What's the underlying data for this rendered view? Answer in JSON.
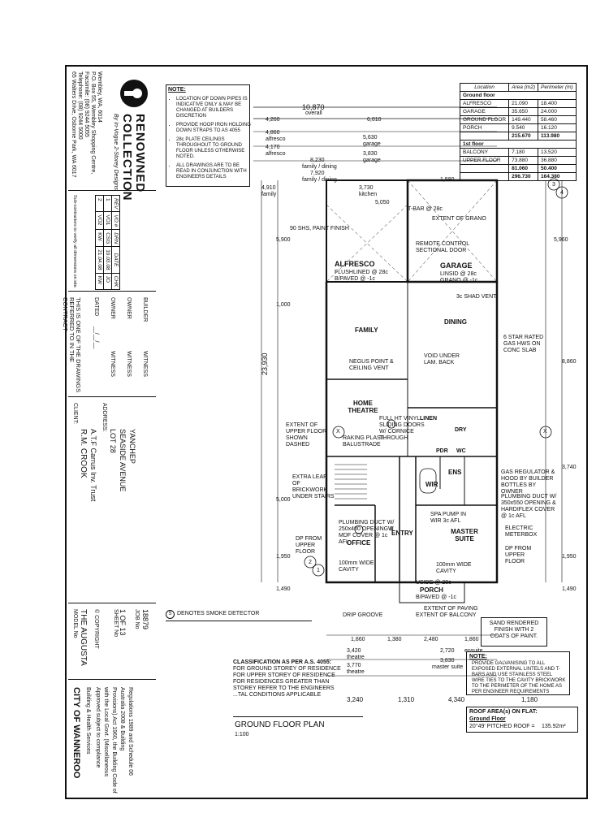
{
  "company": {
    "name_line1": "RENOWNED",
    "name_line2": "COLLECTION",
    "tagline": "By In-Vogue 2-Storey Designs",
    "address1": "65 Walters Drive, Osborne Park, WA 6017",
    "address2": "Telephone: (08) 9244 5000",
    "address3": "Facsimile: (08) 9244 5055",
    "address4": "P.O. Box 55, Wembley Shopping Centre,",
    "address5": "Wembley, WA, 6014",
    "notice": "Sub-contractors to verify all dimensions on site."
  },
  "revisions": {
    "headers": [
      "REV",
      "VO #",
      "DRN",
      "DATE",
      "CHK"
    ],
    "rows": [
      [
        "1",
        "VO1",
        "CSG",
        "19.03.08",
        "JO"
      ],
      [
        "2",
        "VO2",
        "KW",
        "21.04.08",
        "KW"
      ]
    ]
  },
  "contract": {
    "statement": "THIS IS ONE OF THE DRAWINGS REFERRED TO IN THE CONTRACT",
    "dated_label": "DATED",
    "dated_value": "__/__/__",
    "owner_label": "OWNER",
    "witness_label": "WITNESS",
    "builder_label": "BUILDER"
  },
  "client": {
    "client_label": "CLIENT:",
    "client_name": "R.M. CROOK",
    "trust": "A.T.F Carrus Inv. Trust",
    "address_label": "ADDRESS:",
    "lot": "LOT 28",
    "street": "SEASIDE AVENUE",
    "suburb": "YANCHEP"
  },
  "job": {
    "model_label": "MODEL No",
    "model_value": "THE AUGUSTA",
    "copyright": "© COPYRIGHT",
    "sheet_label": "SHEET No",
    "sheet_value": "1 OF 13",
    "job_label": "JOB No",
    "job_value": "18879"
  },
  "stamp": {
    "line1": "CITY OF WANNEROO",
    "line2": "Building & Health Services",
    "line3": "Approved subject to compliance",
    "line4": "with the Local Govt. (Miscellaneous",
    "line5": "Provisions) Act 1960, the Building Code of",
    "line6": "Australia 2008 & Building",
    "line7": "Regulations 1989 and Schedule 06"
  },
  "notes": {
    "heading": "NOTE:",
    "items": [
      "LOCATION OF DOWN PIPES IS INDICATIVE ONLY & MAY BE CHANGED AT BUILDERS DISCRETION",
      "PROVIDE HOOP IRON HOLDING DOWN STRAPS TO AS 4055",
      "28c PLATE CEILINGS THROUGHOUT TO GROUND FLOOR UNLESS OTHERWISE NOTED.",
      "ALL DRAWINGS ARE TO BE READ IN CONJUNCTION WITH ENGINEERS DETAILS"
    ]
  },
  "area_table": {
    "headers": [
      "Location",
      "Area (m2)",
      "Perimeter (m)"
    ],
    "group1": "Ground floor",
    "rows1": [
      [
        "ALFRESCO",
        "21.090",
        "18.400"
      ],
      [
        "GARAGE",
        "35.650",
        "24.000"
      ],
      [
        "GROUND FLOOR",
        "149.440",
        "58.460"
      ],
      [
        "PORCH",
        "9.540",
        "16.120"
      ]
    ],
    "subtotal1": [
      "",
      "215.670",
      "113.980"
    ],
    "group2": "1st floor",
    "rows2": [
      [
        "BALCONY",
        "7.180",
        "13.520"
      ],
      [
        "UPPER FLOOR",
        "73.880",
        "36.880"
      ]
    ],
    "subtotal2": [
      "",
      "81.060",
      "50.400"
    ],
    "total": [
      "",
      "296.730",
      "164.380"
    ]
  },
  "rooms": {
    "alfresco": "ALFRESCO",
    "alfresco_note1": "FLUSHLINED @ 28c",
    "alfresco_note2": "B/PAVED @ -1c",
    "garage": "GARAGE",
    "garage_note1": "LINSID @ 28c",
    "garage_note2": "GRANO @ -1c",
    "garage_door": "REMOTE CONTROL SECTIONAL DOOR",
    "family": "FAMILY",
    "dining": "DINING",
    "home_theatre": "HOME THEATRE",
    "office": "OFFICE",
    "entry": "ENTRY",
    "master_suite": "MASTER SUITE",
    "porch": "PORCH",
    "porch_note1": "USIDE @ 28c",
    "porch_note2": "B/PAVED @ -1c",
    "wir": "WIR",
    "ens": "ENS",
    "dry": "DRY",
    "linen": "LINEN",
    "pdr": "PDR",
    "wc": "WC"
  },
  "annotations": {
    "overall_width": "10,870",
    "overall_label": "overall",
    "overall_depth": "23,930",
    "star_rated": "6 STAR RATED GAS HWS ON CONC SLAB",
    "negus": "NEGUS POINT & CEILING VENT",
    "smoke_legend": "DENOTES SMOKE DETECTOR",
    "smoke_symbol": "S",
    "sand_rendered": "SAND RENDERED FINISH WITH 2 COATS OF PAINT.",
    "drip_groove": "DRIP GROOVE",
    "extent_paving": "EXTENT OF PAVING",
    "extent_balcony": "EXTENT OF BALCONY",
    "extent_grano": "EXTENT OF GRANO",
    "tbar": "T-BAR @ 28c",
    "under_stairs": "EXTRA LEAF OF BRICKWORK UNDER STAIRS",
    "upper_floor_extent": "EXTENT OF UPPER FLOOR SHOWN DASHED",
    "raking": "RAKING PLAST. BALUSTRADE",
    "sliding_doors": "FULL HT VINYL SLIDING DOORS W/ CORNICE THROUGH",
    "plumbing1": "PLUMBING DUCT W/ 250x400 OPENING & MDF COVER @ 1c AFL",
    "plumbing2": "PLUMBING DUCT W/ 350x550 OPENING & HARDIFLEX COVER @ 1c AFL",
    "spa_pump": "SPA PUMP IN WIR 3c AFL",
    "gas_regulator": "GAS REGULATOR & HOOD BY BUILDER BOTTLES BY OWNER",
    "electric_meterbox": "ELECTRIC METERBOX",
    "dp_upper1": "DP FROM UPPER FLOOR",
    "dp_upper2": "DP FROM UPPER FLOOR",
    "cavity1": "100mm WIDE CAVITY",
    "cavity2": "100mm WIDE CAVITY",
    "void": "VOID UNDER LAM. BACK",
    "shade_vent": "3c SHAD VENT",
    "fin_note": "90 SHS, PAINT FINISH"
  },
  "classification": {
    "line1": "CLASSIFICATION AS PER A.S. 4055:",
    "line2": "FOR GROUND STOREY OF RESIDENCE",
    "line3": "FOR UPPER STOREY OF RESIDENCE",
    "line4": "FOR RESIDENCES GREATER THAN",
    "line5": "STOREY REFER TO THE ENGINEERS",
    "line6": "...TAL CONDITIONS APPLICABLE"
  },
  "galvanising_note": {
    "heading": "NOTE:",
    "text": "PROVIDE GALVANISING TO ALL EXPOSED EXTERNAL LINTELS AND T-BARS AND USE STAINLESS STEEL WIRE TIES TO THE CAVITY BRICKWORK TO THE PERIMETER OF THE HOME AS PER ENGINEER REQUIREMENTS"
  },
  "roof_area": {
    "heading": "ROOF AREA(s) ON FLAT:",
    "sub": "Ground Floor",
    "line": "20°49' PITCHED ROOF =",
    "value": "135.92m²"
  },
  "plan_title": "GROUND FLOOR PLAN",
  "plan_scale": "1:100",
  "top_dims": {
    "a": "4,260",
    "b": "6,010",
    "c": "4,860",
    "c_l": "alfresco",
    "d": "5,630",
    "d_l": "garage",
    "e": "4,170",
    "e_l": "alfresco",
    "f": "3,830",
    "f_l": "garage",
    "g": "8,230",
    "g_l": "family / dining",
    "h": "7,920",
    "h_l": "family / dining",
    "i": "4,910",
    "i_l": "family",
    "j": "3,730",
    "j_l": "kitchen",
    "k": "5,050",
    "l": "1,580"
  },
  "bottom_dims": {
    "a": "3,240",
    "b": "1,310",
    "c": "4,340",
    "d": "1,180",
    "e": "1,860",
    "f": "1,380",
    "g": "2,480",
    "h": "1,860",
    "i": "3,420",
    "i_l": "theatre",
    "j": "3,770",
    "j_l": "theatre",
    "k": "3,830",
    "k_l": "master suite",
    "l": "2,720",
    "l_l": "ensuite"
  },
  "side_dims": {
    "a": "5,900",
    "b": "1,000",
    "c": "5,000",
    "d": "1,950",
    "e": "1,490",
    "f": "5,960",
    "g": "8,860",
    "h": "3,740",
    "i": "1,950",
    "j": "1,490"
  },
  "markers": {
    "m1": "1",
    "m2": "2",
    "m3": "3",
    "m4": "4",
    "x": "X",
    "w": "W"
  },
  "colors": {
    "ink": "#111111",
    "paper": "#ffffff"
  }
}
